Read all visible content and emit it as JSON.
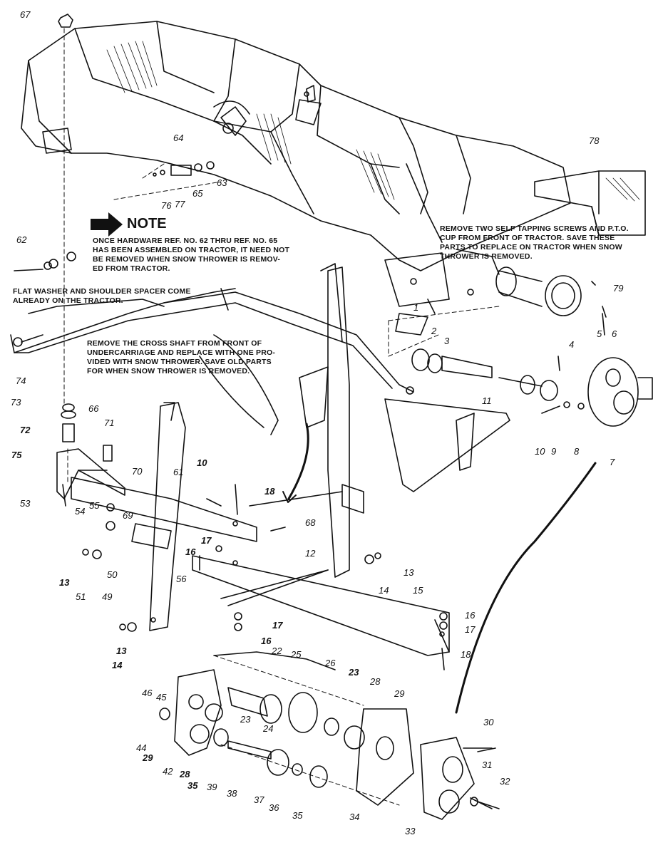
{
  "note": {
    "title": "NOTE",
    "hardware": [
      "ONCE HARDWARE REF. NO. 62 THRU REF. NO. 65",
      "HAS BEEN ASSEMBLED ON TRACTOR, IT NEED NOT",
      "BE REMOVED WHEN SNOW THROWER IS REMOV-",
      "ED FROM TRACTOR."
    ],
    "washer": [
      "FLAT WASHER AND SHOULDER SPACER COME",
      "ALREADY ON THE TRACTOR."
    ],
    "cross_shaft": [
      "REMOVE THE CROSS SHAFT FROM FRONT OF",
      "UNDERCARRIAGE AND REPLACE WITH ONE PRO-",
      "VIDED WITH SNOW THROWER. SAVE OLD PARTS",
      "FOR WHEN SNOW THROWER IS REMOVED."
    ],
    "pto": [
      "REMOVE TWO SELF TAPPING SCREWS AND P.T.O.",
      "CUP FROM FRONT OF TRACTOR. SAVE THESE",
      "PARTS TO REPLACE ON TRACTOR WHEN SNOW",
      "THROWER IS REMOVED."
    ]
  },
  "labels": [
    "67",
    "64",
    "63",
    "65",
    "77",
    "76",
    "62",
    "78",
    "79",
    "1",
    "2",
    "3",
    "4",
    "5",
    "6",
    "11",
    "10",
    "9",
    "8",
    "7",
    "74",
    "73",
    "66",
    "72",
    "71",
    "75",
    "70",
    "69",
    "53",
    "54",
    "55",
    "61",
    "10",
    "18",
    "68",
    "17",
    "16",
    "12",
    "13",
    "51",
    "50",
    "56",
    "49",
    "13",
    "14",
    "15",
    "16",
    "17",
    "16",
    "17",
    "13",
    "14",
    "18",
    "22",
    "25",
    "26",
    "23",
    "28",
    "29",
    "30",
    "46",
    "45",
    "23",
    "24",
    "44",
    "29",
    "42",
    "28",
    "35",
    "39",
    "38",
    "37",
    "36",
    "35",
    "34",
    "31",
    "32",
    "33"
  ]
}
